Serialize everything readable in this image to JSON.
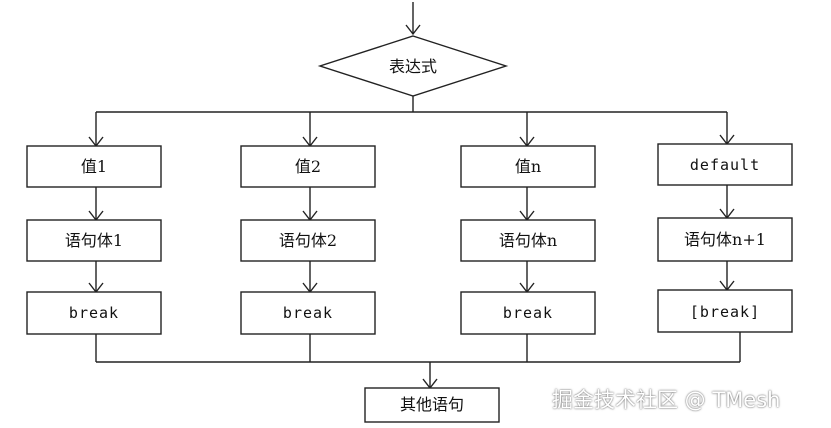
{
  "diagram": {
    "decision": {
      "label": "表达式"
    },
    "branches": [
      {
        "case_label": "值1",
        "body_label": "语句体1",
        "break_label": "break"
      },
      {
        "case_label": "值2",
        "body_label": "语句体2",
        "break_label": "break"
      },
      {
        "case_label": "值n",
        "body_label": "语句体n",
        "break_label": "break"
      },
      {
        "case_label": "default",
        "body_label": "语句体n+1",
        "break_label": "[break]"
      }
    ],
    "end": {
      "label": "其他语句"
    }
  },
  "watermark": {
    "text": "掘金技术社区 @ TMesh"
  }
}
